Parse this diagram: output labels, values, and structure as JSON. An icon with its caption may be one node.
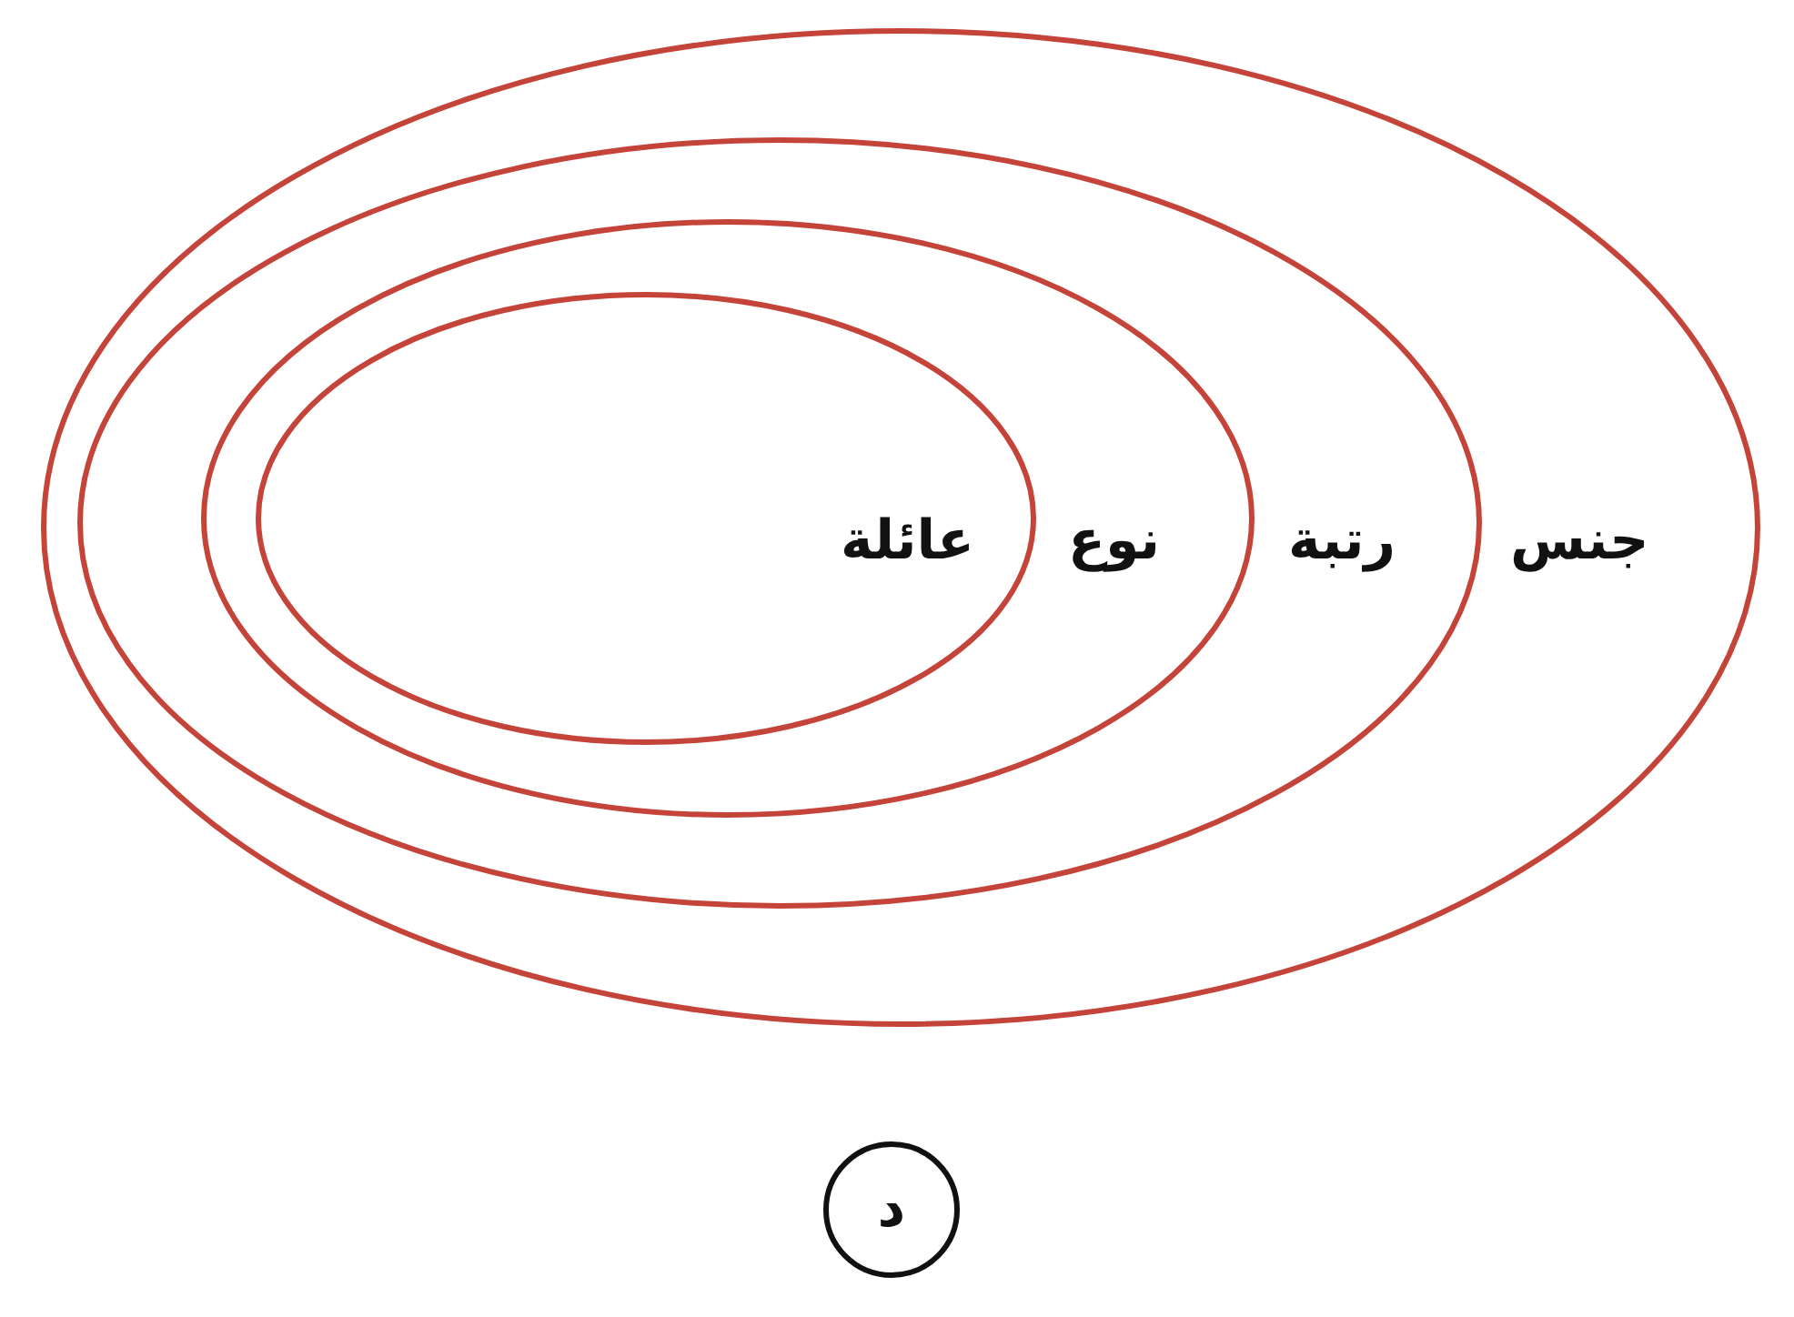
{
  "diagram": {
    "nodes": [
      {
        "text": [
          "جنس"
        ]
      },
      {
        "text": [
          "رتبة"
        ],
        "in": 0
      },
      {
        "text": [
          "نوع"
        ],
        "in": 1
      },
      {
        "text": [
          "عائلة"
        ],
        "in": 2
      },
      {
        "text": [
          "د"
        ]
      }
    ],
    "edges": []
  }
}
